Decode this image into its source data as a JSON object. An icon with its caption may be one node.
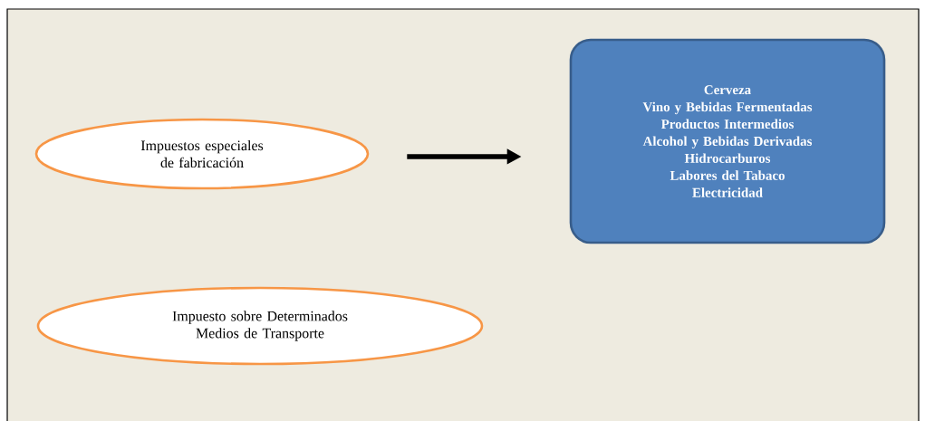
{
  "diagram": {
    "nodes": [
      {
        "text": [
          "Impuestos especiales de fabricación"
        ]
      },
      {
        "text": [
          "Cerveza",
          "Vino y Bebidas Fermentadas",
          "Productos Intermedios",
          "Alcohol y Bebidas Derivadas",
          "Hidrocarburos",
          "Labores del Tabaco",
          "Electricidad"
        ]
      },
      {
        "text": [
          "Impuesto sobre Determinados Medios de Transporte"
        ]
      }
    ],
    "edges": [
      {
        "from": 0,
        "to": 1,
        "arrow": "to"
      }
    ]
  }
}
